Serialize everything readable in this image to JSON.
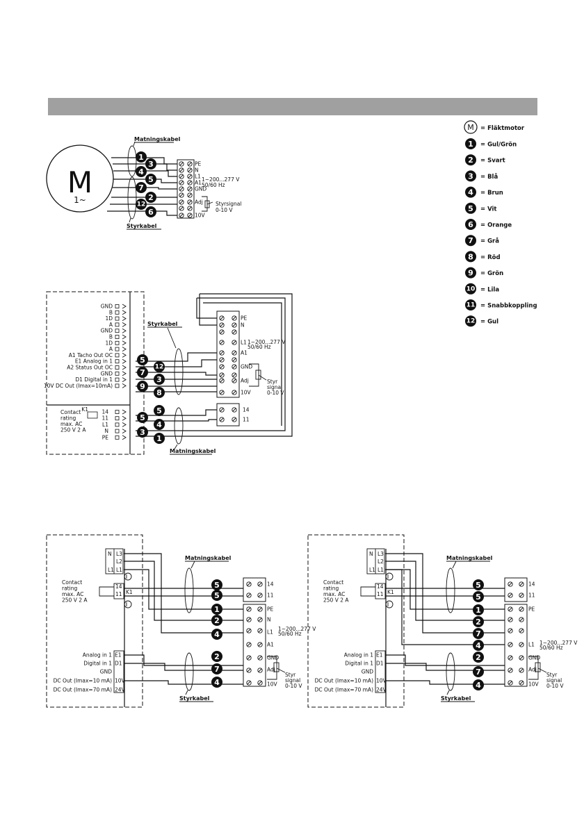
{
  "legend": {
    "motor_symbol": "M",
    "motor_text": "= Fläktmotor",
    "items": [
      {
        "n": "1",
        "text": "= Gul/Grön"
      },
      {
        "n": "2",
        "text": "= Svart"
      },
      {
        "n": "3",
        "text": "= Blå"
      },
      {
        "n": "4",
        "text": "= Brun"
      },
      {
        "n": "5",
        "text": "= Vit"
      },
      {
        "n": "6",
        "text": "= Orange"
      },
      {
        "n": "7",
        "text": "= Grå"
      },
      {
        "n": "8",
        "text": "= Röd"
      },
      {
        "n": "9",
        "text": "= Grön"
      },
      {
        "n": "10",
        "text": "= Lila"
      },
      {
        "n": "11",
        "text": "= Snabbkoppling"
      },
      {
        "n": "12",
        "text": "= Gul"
      }
    ]
  },
  "diagram1": {
    "motor_letter": "M",
    "motor_phase": "1~",
    "supply_cable": "Matningskabel",
    "control_cable": "Styrkabel",
    "wire_numbers": [
      "1",
      "3",
      "4",
      "5",
      "7",
      "2",
      "12",
      "6"
    ],
    "terminals": [
      "PE",
      "N",
      "L1",
      "A1",
      "GND",
      "Adj",
      "10V"
    ],
    "voltage": "1~200...277 V",
    "frequency": "50/60 Hz",
    "control_signal": "Styrsignal",
    "control_range": "0-10 V"
  },
  "diagram2": {
    "controller_labels": [
      "GND",
      "B",
      "1D",
      "A",
      "GND",
      "B",
      "1D",
      "A",
      "A1 Tacho Out OC",
      "E1 Analog in 1",
      "A2 Status Out OC",
      "GND",
      "D1 Digital in 1",
      "10V DC Out (Imax=10mA)"
    ],
    "relay_labels": [
      "14",
      "11",
      "L1",
      "N",
      "PE"
    ],
    "relay_k": "K1",
    "contact_rating": [
      "Contact",
      "rating",
      "max. AC",
      "250 V 2 A"
    ],
    "wire_numbers_top": [
      "5",
      "12",
      "7",
      "3",
      "9",
      "8"
    ],
    "wire_numbers_bottom": [
      "5",
      "5",
      "4",
      "3",
      "1"
    ],
    "terminals_top": [
      "PE",
      "N",
      "L1",
      "A1",
      "GND",
      "Adj",
      "10V"
    ],
    "terminals_bottom": [
      "14",
      "11"
    ],
    "voltage": "1~200...277 V",
    "frequency": "50/60 Hz",
    "styr": [
      "Styr",
      "signal",
      "0-10 V"
    ],
    "control_cable": "Styrkabel",
    "supply_cable": "Matningskabel"
  },
  "diagram3": {
    "mains": [
      "N",
      "L3",
      "L2",
      "L1",
      "L1"
    ],
    "contact_rating": [
      "Contact",
      "rating",
      "max. AC",
      "250 V 2 A"
    ],
    "relay_terms": [
      "14",
      "11"
    ],
    "relay_k": "K1",
    "io_labels": [
      "Analog in 1",
      "Digital in 1",
      "GND",
      "DC Out (Imax=10 mA)",
      "DC Out (Imax=70 mA)"
    ],
    "io_terms": [
      "E1",
      "D1",
      "10V",
      "24V"
    ],
    "wire_numbers": [
      "5",
      "5",
      "1",
      "2",
      "4",
      "2",
      "7",
      "4"
    ],
    "terminals": [
      "14",
      "11",
      "PE",
      "N",
      "L1",
      "A1",
      "GND",
      "Adj",
      "10V"
    ],
    "voltage": "1~200...277 V",
    "frequency": "50/60 Hz",
    "styr": [
      "Styr",
      "signal",
      "0-10 V"
    ],
    "supply_cable": "Matningskabel",
    "control_cable": "Styrkabel"
  },
  "diagram4": {
    "mains": [
      "N",
      "L3",
      "L2",
      "L1",
      "L1"
    ],
    "contact_rating": [
      "Contact",
      "rating",
      "max. AC",
      "250 V 2 A"
    ],
    "relay_terms": [
      "14",
      "11"
    ],
    "relay_k": "K1",
    "io_labels": [
      "Analog in 1",
      "Digital in 1",
      "GND",
      "DC Out (Imax=10 mA)",
      "DC Out (Imax=70 mA)"
    ],
    "io_terms": [
      "E1",
      "D1",
      "10V",
      "24V"
    ],
    "wire_numbers": [
      "5",
      "5",
      "1",
      "2",
      "7",
      "4",
      "2",
      "7",
      "4"
    ],
    "terminals": [
      "14",
      "11",
      "PE",
      "L1",
      "GND",
      "Adj",
      "10V"
    ],
    "voltage": "1~200...277 V",
    "frequency": "50/60 Hz",
    "styr": [
      "Styr",
      "signal",
      "0-10 V"
    ],
    "supply_cable": "Matningskabel",
    "control_cable": "Styrkabel"
  }
}
